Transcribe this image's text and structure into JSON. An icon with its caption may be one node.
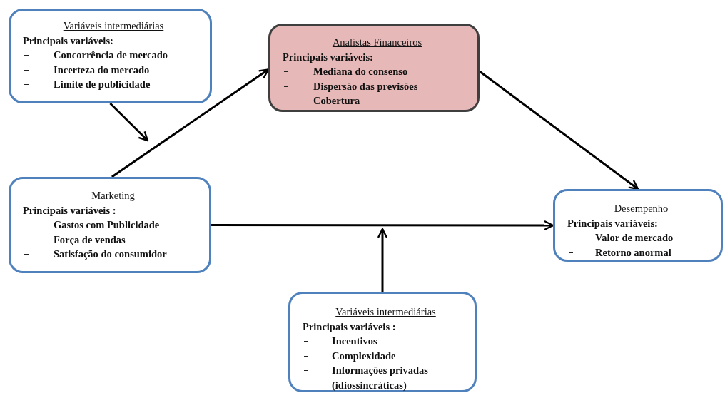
{
  "diagram": {
    "nodes": [
      {
        "text": [
          "Variáveis intermediárias",
          "Principais variáveis:",
          "Concorrência de mercado",
          "Incerteza do mercado",
          "Limite de publicidade"
        ]
      },
      {
        "text": [
          "Analistas Financeiros",
          "Principais variáveis:",
          "Mediana do consenso",
          "Dispersão das previsões",
          "Cobertura"
        ]
      },
      {
        "text": [
          "Marketing",
          "Principais variáveis :",
          "Gastos com Publicidade",
          "Força de vendas",
          "Satisfação do consumidor"
        ]
      },
      {
        "text": [
          "Desempenho",
          "Principais variáveis:",
          "Valor de mercado",
          "Retorno anormal"
        ]
      },
      {
        "text": [
          "Variáveis intermediárias",
          "Principais variáveis :",
          "Incentivos",
          "Complexidade",
          "Informações privadas (idiossincráticas)"
        ]
      }
    ],
    "edges": [
      {
        "from": 2,
        "to": 1,
        "arrow": "to"
      },
      {
        "from": 1,
        "to": 3,
        "arrow": "to"
      },
      {
        "from": 2,
        "to": 3,
        "arrow": "to"
      },
      {
        "from": 0,
        "to": null,
        "arrow": "to"
      },
      {
        "from": 4,
        "to": null,
        "arrow": "to"
      }
    ]
  }
}
